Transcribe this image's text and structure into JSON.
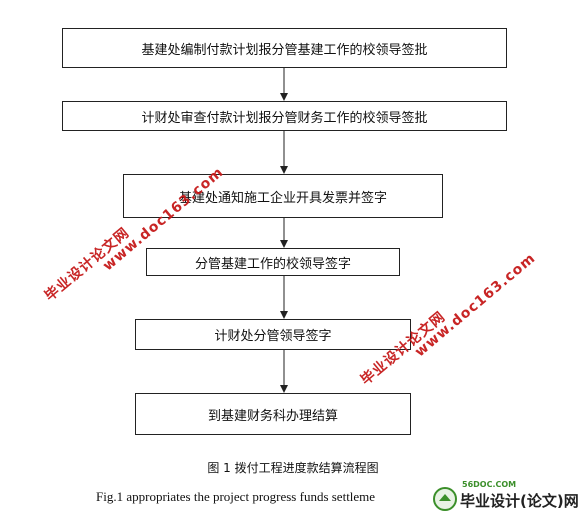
{
  "flowchart": {
    "steps": [
      "基建处编制付款计划报分管基建工作的校领导签批",
      "计财处审查付款计划报分管财务工作的校领导签批",
      "基建处通知施工企业开具发票并签字",
      "分管基建工作的校领导签字",
      "计财处分管领导签字",
      "到基建财务科办理结算"
    ]
  },
  "caption": {
    "chinese": "图 1 拨付工程进度款结算流程图",
    "english": "Fig.1 appropriates the project progress funds settleme"
  },
  "watermarks": {
    "site_cn": "毕业设计论文网",
    "site_url": "www.doc163.com"
  },
  "logo": {
    "small": "56DOC.COM",
    "main": "毕业设计(论文)网"
  },
  "colors": {
    "watermark": "#c61a1a",
    "border": "#222222",
    "logo_green": "#3b8f2a"
  }
}
